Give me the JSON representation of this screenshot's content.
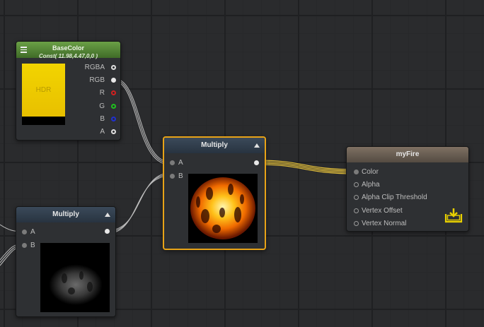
{
  "nodes": {
    "basecolor": {
      "title": "BaseColor",
      "subtitle": "Const( 11.98,4.47,0,0 )",
      "preview_label": "HDR",
      "outputs": [
        "RGBA",
        "RGB",
        "R",
        "G",
        "B",
        "A"
      ],
      "output_colors": [
        "#e0e0e0",
        "#e0e0e0",
        "#d02020",
        "#20c020",
        "#2030d0",
        "#e0e0e0"
      ]
    },
    "multiply_main": {
      "title": "Multiply",
      "inputs": [
        "A",
        "B"
      ],
      "selected_border_color": "#e8a317"
    },
    "multiply_left": {
      "title": "Multiply",
      "inputs": [
        "A",
        "B"
      ]
    },
    "myfire": {
      "title": "myFire",
      "inputs": [
        "Color",
        "Alpha",
        "Alpha Clip Threshold",
        "Vertex Offset",
        "Vertex Normal"
      ],
      "icon": "save-output-icon",
      "icon_color": "#e8d000"
    }
  },
  "colors": {
    "wire_default": "#bfbfbf",
    "wire_selected": "#e8c33a"
  }
}
